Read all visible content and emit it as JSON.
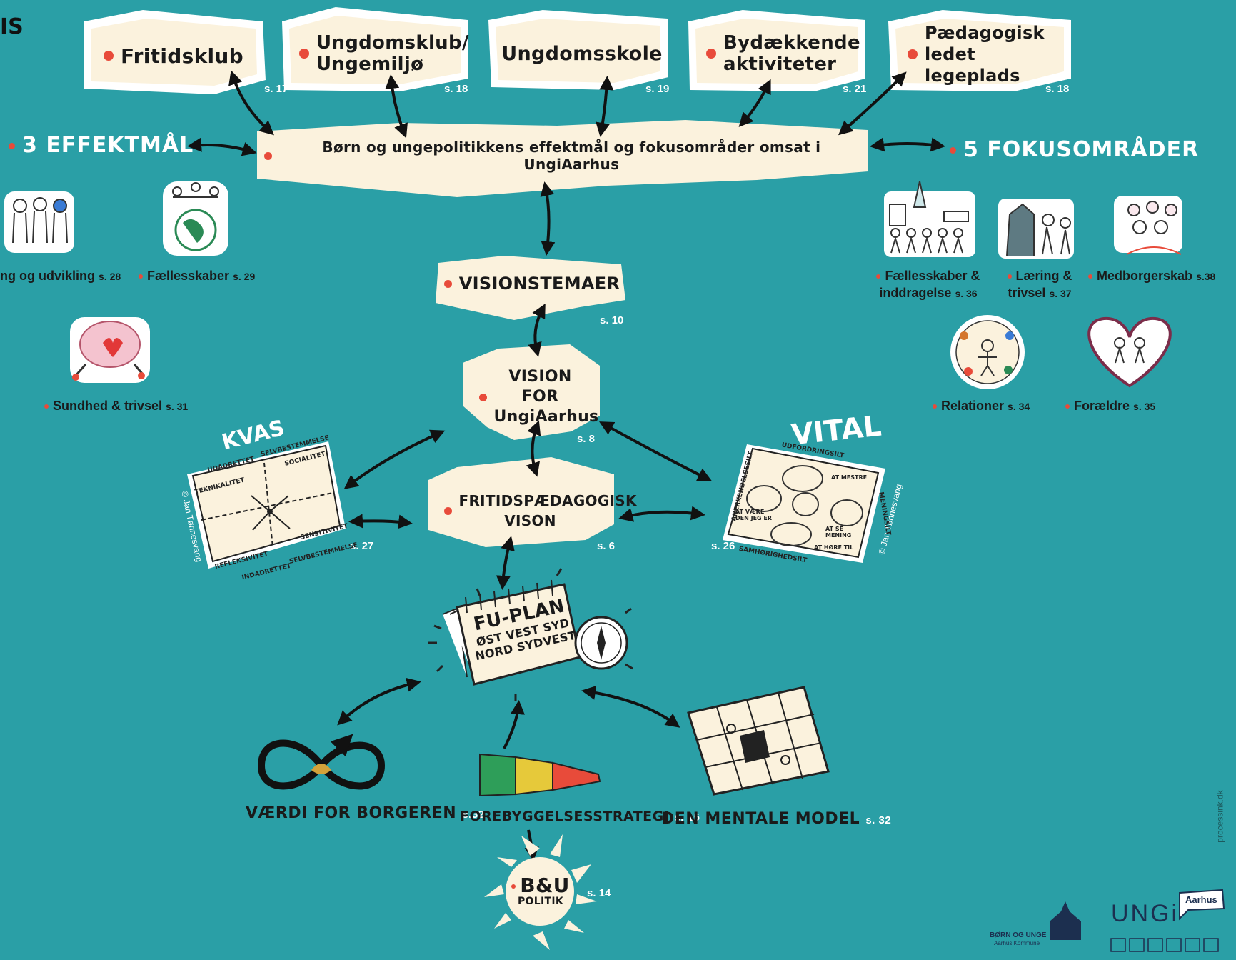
{
  "top_boxes": [
    {
      "label": "Fritidsklub",
      "page": "s. 17"
    },
    {
      "label": "Ungdomsklub/ Ungemiljø",
      "page": "s. 18"
    },
    {
      "label": "Ungdomsskole",
      "page": "s. 19"
    },
    {
      "label": "Bydækkende aktiviteter",
      "page": "s. 21"
    },
    {
      "label": "Pædagogisk ledet legeplads",
      "page": "s. 18"
    }
  ],
  "partial_left_text": "IS",
  "central_banner": "Børn og ungepolitikkens effektmål og fokusområder omsat i UngiAarhus",
  "effektmal": {
    "heading": "3 EFFEKTMÅL",
    "items": [
      {
        "label": "ng og udvikling",
        "page": "s. 28"
      },
      {
        "label": "Fællesskaber",
        "page": "s. 29"
      },
      {
        "label": "Sundhed & trivsel",
        "page": "s. 31"
      }
    ]
  },
  "fokusomrader": {
    "heading": "5 FOKUSOMRÅDER",
    "items": [
      {
        "label": "Fællesskaber & inddragelse",
        "page": "s. 36"
      },
      {
        "label": "Læring & trivsel",
        "page": "s. 37"
      },
      {
        "label": "Medborgerskab",
        "page": "s.38"
      },
      {
        "label": "Relationer",
        "page": "s. 34"
      },
      {
        "label": "Forældre",
        "page": "s. 35"
      }
    ]
  },
  "visionstemaer": {
    "label": "VISIONSTEMAER",
    "page": "s. 10"
  },
  "vision": {
    "label": "VISION FOR UngiAarhus",
    "page": "s. 8"
  },
  "fritid": {
    "label": "FRITIDSPÆDAGOGISK VISON",
    "page": "s. 6"
  },
  "kvas": {
    "title": "KVAS",
    "page": "s. 27",
    "credit": "© Jan Tønnesvang",
    "labels": [
      "UDADRETTET",
      "SELVBESTEMMELSE",
      "TEKNIKALITET",
      "SOCIALITET",
      "REFLEKSIVITET",
      "SENSITIVITET",
      "INDADRETTET",
      "SELVBESTEMMELSE"
    ]
  },
  "vital": {
    "title": "VITAL",
    "page": "s. 26",
    "credit": "© Jan Tønnesvang",
    "labels": [
      "UDFORDRINGSILT",
      "ANERKENDELSESILT",
      "MENINGSILT",
      "SAMHØRIGHEDSILT",
      "AT MESTRE",
      "AT VÆRE DEN JEG ER",
      "AT SE MENING",
      "AT HØRE TIL"
    ]
  },
  "fu_plan": {
    "lines": [
      "FU-PLAN",
      "ØST VEST SYD",
      "NORD SYDVEST"
    ]
  },
  "bottom": [
    {
      "label": "VÆRDI FOR BORGEREN",
      "page": "s.32"
    },
    {
      "label": "FOREBYGGELSESSTRATEGI",
      "page": "s. 15"
    },
    {
      "label": "DEN MENTALE MODEL",
      "page": "s. 32"
    }
  ],
  "bu": {
    "line1": "B&U",
    "line2": "POLITIK",
    "page": "s. 14"
  },
  "credit_side": "processink.dk",
  "footer": {
    "org": "BØRN OG UNGE",
    "sub": "Aarhus Kommune",
    "brand": "UNGi",
    "brand_tag": "Aarhus"
  },
  "colors": {
    "background": "#2a9fa6",
    "box": "#fbf2dd",
    "accent": "#e84b3a"
  }
}
